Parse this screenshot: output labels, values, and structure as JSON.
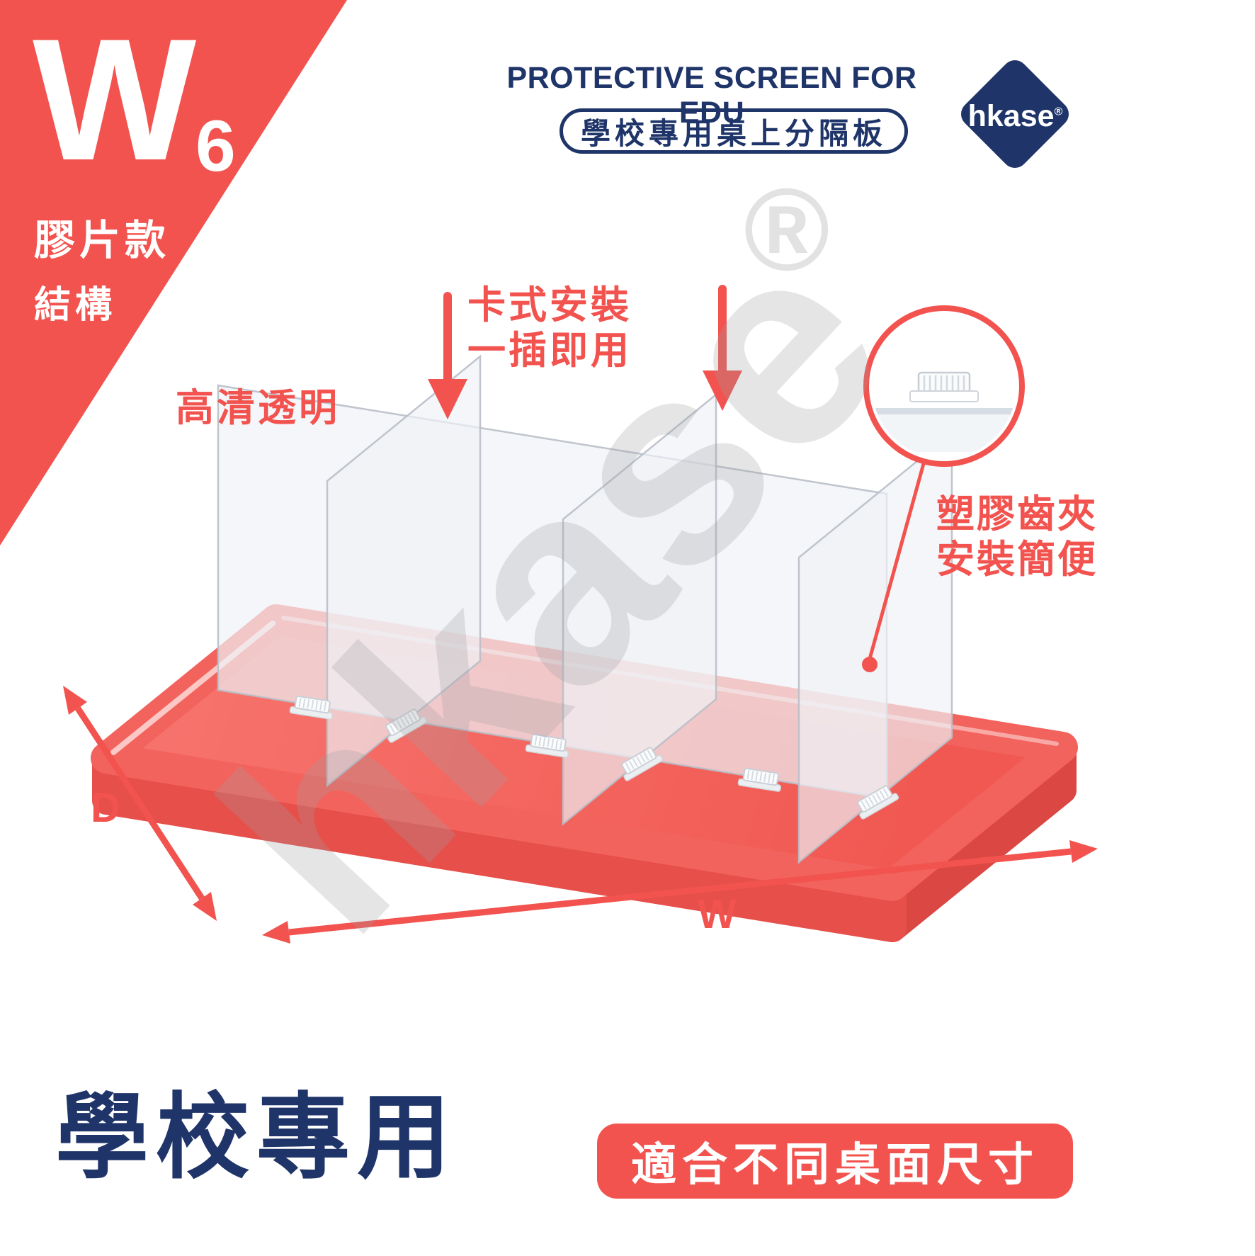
{
  "colors": {
    "red": "#F2534F",
    "navy": "#1F3468",
    "desk_top": "#F3655F",
    "desk_front": "#E64F4A",
    "desk_side": "#DB4742"
  },
  "corner": {
    "model": "W",
    "model_sub": "6",
    "variant": "膠片款",
    "structure": "結構"
  },
  "header": {
    "title": "PROTECTIVE SCREEN FOR EDU",
    "badge": "學校專用桌上分隔板"
  },
  "brand": {
    "name": "hkase",
    "reg": "®"
  },
  "watermark": {
    "name": "hkase",
    "reg": "®"
  },
  "diagram": {
    "clarity_label": "高清透明",
    "install_label_line1": "卡式安裝",
    "install_label_line2": "一插即用",
    "clip_label_line1": "塑膠齒夾",
    "clip_label_line2": "安裝簡便",
    "depth_label": "D",
    "width_label": "W"
  },
  "footer": {
    "headline": "學校專用",
    "badge": "適合不同桌面尺寸"
  }
}
